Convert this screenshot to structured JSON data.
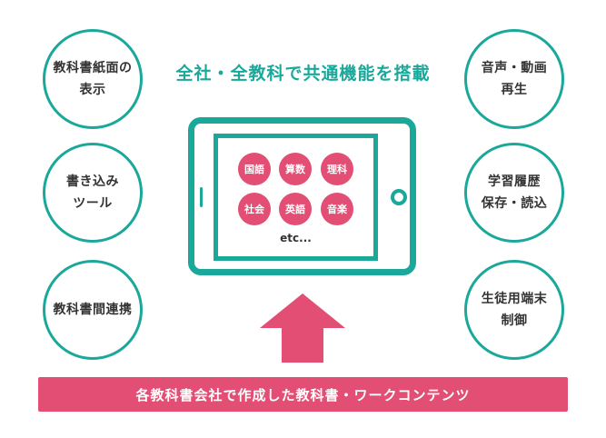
{
  "headline": "全社・全教科で共通機能を搭載",
  "features_left": [
    {
      "label": "教科書紙面の\n表示"
    },
    {
      "label": "書き込み\nツール"
    },
    {
      "label": "教科書間連携"
    }
  ],
  "features_right": [
    {
      "label": "音声・動画\n再生"
    },
    {
      "label": "学習履歴\n保存・読込"
    },
    {
      "label": "生徒用端末\n制御"
    }
  ],
  "tablet": {
    "subjects": [
      "国語",
      "算数",
      "理科",
      "社会",
      "英語",
      "音楽"
    ],
    "etc_label": "etc..."
  },
  "banner": {
    "label": "各教科書会社で作成した教科書・ワークコンテンツ"
  },
  "colors": {
    "teal": "#1aa89a",
    "pink": "#e24e74"
  }
}
